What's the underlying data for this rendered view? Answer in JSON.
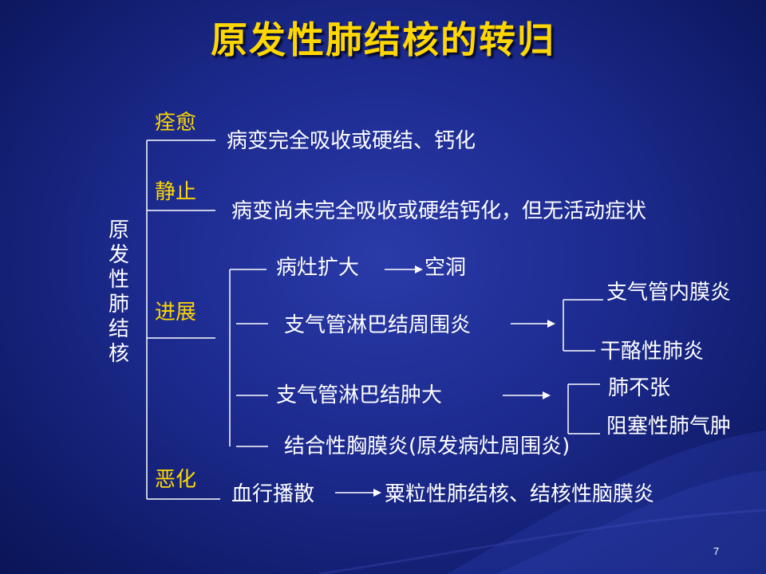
{
  "slide": {
    "title": "原发性肺结核的转归",
    "root_chars": [
      "原",
      "发",
      "性",
      "肺",
      "结",
      "核"
    ],
    "page_number": "7"
  },
  "branches": {
    "healing": {
      "label": "痊愈",
      "text": "病变完全吸收或硬结、钙化"
    },
    "static": {
      "label": "静止",
      "text": "病变尚未完全吸收或硬结钙化，但无活动症状"
    },
    "progress": {
      "label": "进展",
      "items": {
        "focus": {
          "text": "病灶扩大",
          "result": "空洞"
        },
        "lymph_peri": {
          "text": "支气管淋巴结周围炎",
          "results": [
            "支气管内膜炎",
            "干酪性肺炎"
          ]
        },
        "lymph_swell": {
          "text": "支气管淋巴结肿大",
          "results": [
            "肺不张",
            "阻塞性肺气肿"
          ]
        },
        "pleurisy": {
          "text": "结合性胸膜炎(原发病灶周围炎)"
        }
      }
    },
    "worsen": {
      "label": "恶化",
      "text": "血行播散",
      "result": "粟粒性肺结核、结核性脑膜炎"
    }
  }
}
